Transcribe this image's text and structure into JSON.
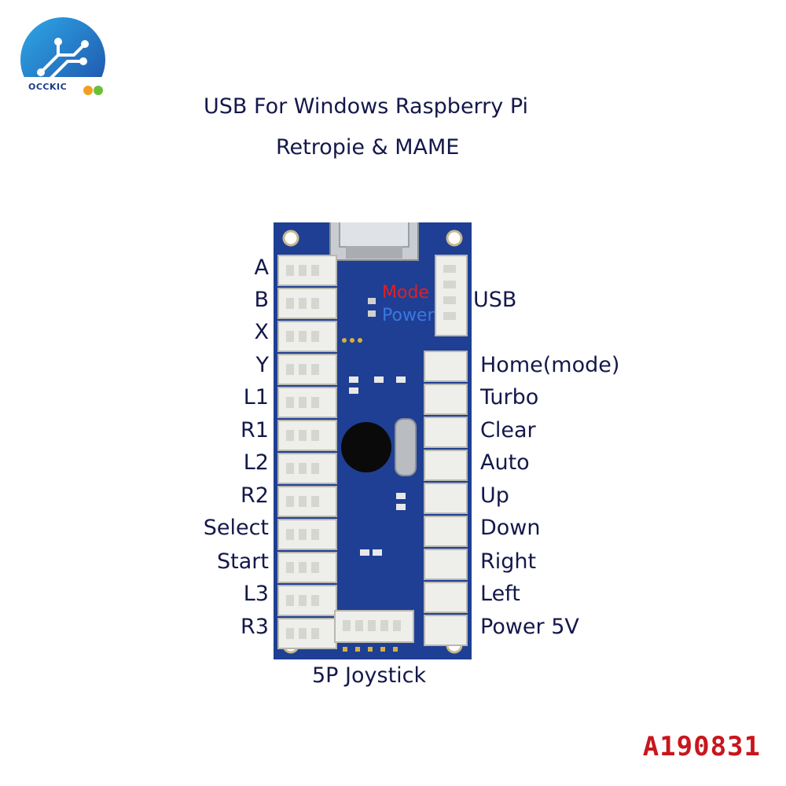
{
  "logo": {
    "text": "OCCKIC"
  },
  "title": {
    "line1": "USB For Windows Raspberry Pi",
    "line2": "Retropie & MAME"
  },
  "left_labels": [
    "A",
    "B",
    "X",
    "Y",
    "L1",
    "R1",
    "L2",
    "R2",
    "Select",
    "Start",
    "L3",
    "R3"
  ],
  "right_labels": {
    "usb": "USB",
    "items": [
      "Home(mode)",
      "Turbo",
      "Clear",
      "Auto",
      "Up",
      "Down",
      "Right",
      "Left",
      "Power 5V"
    ]
  },
  "board_labels": {
    "mode": "Mode",
    "power": "Power"
  },
  "bottom_label": "5P Joystick",
  "product_code": "A190831",
  "colors": {
    "label": "#14184a",
    "board": "#1f3f94",
    "connector": "#eeeeea",
    "code": "#c8161d",
    "mode": "#e02020",
    "power": "#3a78e0"
  }
}
